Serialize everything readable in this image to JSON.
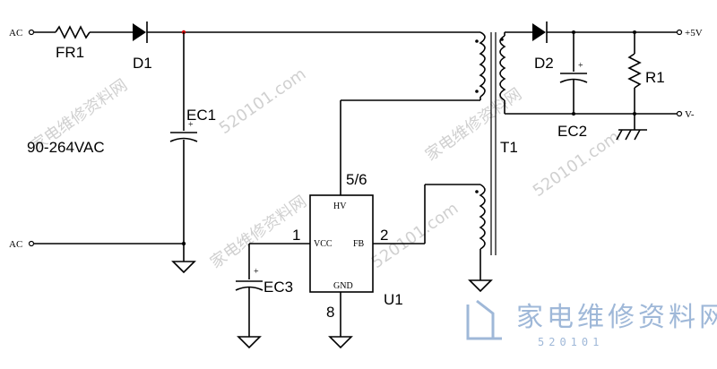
{
  "labels": {
    "ac_top": "AC",
    "ac_bottom": "AC",
    "fr1": "FR1",
    "d1": "D1",
    "ec1": "EC1",
    "voltage_range": "90-264VAC",
    "d2": "D2",
    "r1": "R1",
    "ec2": "EC2",
    "out_pos": "+5V",
    "out_neg": "V-",
    "t1": "T1",
    "pin_56": "5/6",
    "pin_1": "1",
    "pin_2": "2",
    "pin_8": "8",
    "ec3": "EC3",
    "u1": "U1",
    "plus": "+"
  },
  "ic": {
    "hv": "HV",
    "vcc": "VCC",
    "fb": "FB",
    "gnd": "GND"
  },
  "watermark": {
    "brand": "家电维修资料网",
    "site": "520101.com",
    "logo_number": "520101"
  },
  "colors": {
    "logo": "#9fb8d8",
    "watermark": "#d0d0d0",
    "wire": "#000000",
    "junction_red": "#cc0000"
  }
}
